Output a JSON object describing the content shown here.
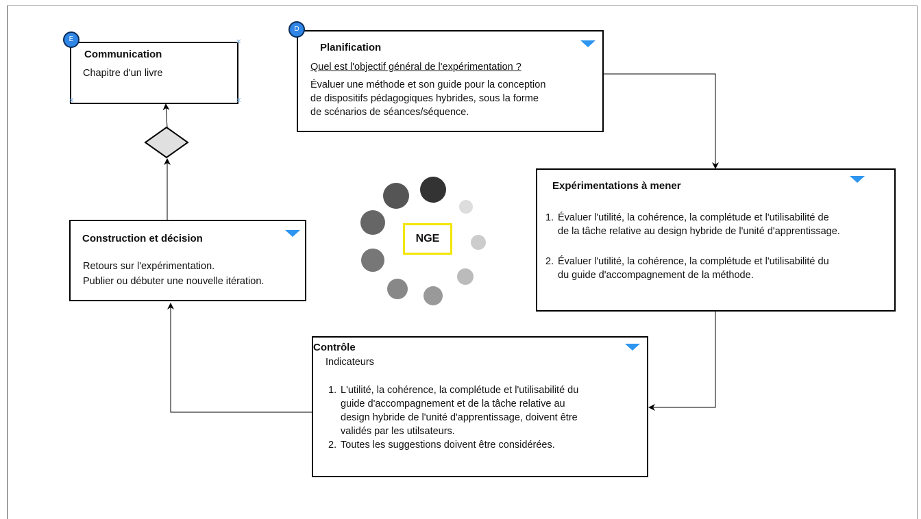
{
  "badges": {
    "communication": "E",
    "planification": "D"
  },
  "communication": {
    "title": "Communication",
    "body": "Chapitre d'un livre"
  },
  "planification": {
    "title": "Planification",
    "question": "Quel est l'objectif général de l'expérimentation ?",
    "lines": [
      "Évaluer une méthode et son guide pour la conception",
      "de dispositifs pédagogiques hybrides, sous la forme",
      "de scénarios de séances/séquence."
    ]
  },
  "experimentations": {
    "title": "Expérimentations à mener",
    "items": [
      [
        "Évaluer l'utilité, la cohérence, la complétude et l'utilisabilité de",
        "de la tâche relative au design hybride de l'unité d'apprentissage."
      ],
      [
        "Évaluer l'utilité, la cohérence, la complétude et l'utilisabilité du",
        "du guide d'accompagnement de la méthode."
      ]
    ]
  },
  "construction": {
    "title": "Construction et décision",
    "lines": [
      "Retours sur l'expérimentation.",
      "Publier ou débuter une nouvelle itération."
    ]
  },
  "controle": {
    "title": "Contrôle",
    "subtitle": "Indicateurs",
    "items": [
      [
        "L'utilité, la cohérence, la complétude et l'utilisabilité du",
        "guide d'accompagnement et de la tâche relative au",
        "design hybride de l'unité d'apprentissage, doivent être",
        "validés par les utilsateurs."
      ],
      [
        "Toutes les suggestions doivent être considérées."
      ]
    ]
  },
  "center_label": "NGE",
  "colors": {
    "accent": "#2e96f0",
    "badge": "#2f86e6",
    "nge_border": "#f2e600",
    "diamond": "#e0e0e0"
  }
}
